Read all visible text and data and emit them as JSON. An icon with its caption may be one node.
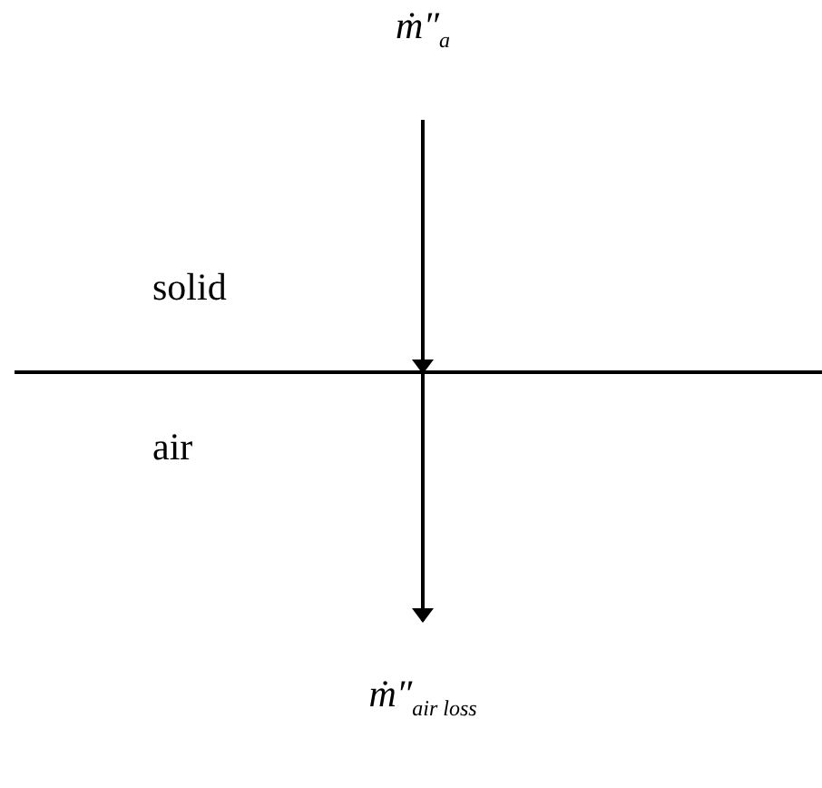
{
  "diagram": {
    "nodes": [
      {
        "text": [
          "ṁ″$_{a}$"
        ]
      },
      {
        "text": [],
        "shape": "bar"
      },
      {
        "text": [
          "ṁ″$_{air loss}$"
        ]
      }
    ],
    "edges": [
      {
        "from": 0,
        "to": 1,
        "arrow": "to"
      },
      {
        "from": 1,
        "to": 2,
        "arrow": "to"
      }
    ],
    "labels": [
      "solid",
      "air"
    ]
  }
}
